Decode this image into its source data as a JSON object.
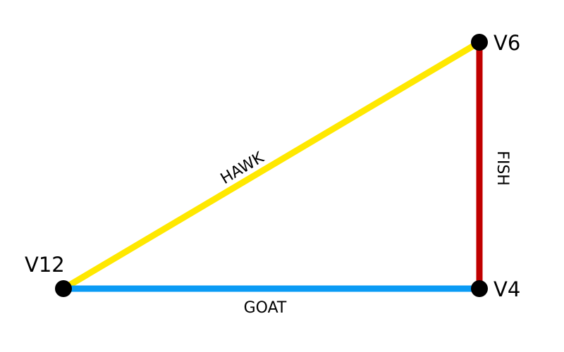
{
  "nodes": [
    {
      "id": "V6",
      "label": "V6"
    },
    {
      "id": "V12",
      "label": "V12"
    },
    {
      "id": "V4",
      "label": "V4"
    }
  ],
  "edges": [
    {
      "id": "hawk",
      "from": "V12",
      "to": "V6",
      "label": "HAWK",
      "color": "#FFE800"
    },
    {
      "id": "fish",
      "from": "V6",
      "to": "V4",
      "label": "FISH",
      "color": "#C00000"
    },
    {
      "id": "goat",
      "from": "V12",
      "to": "V4",
      "label": "GOAT",
      "color": "#0A9BF5"
    }
  ],
  "node_color": "#000000"
}
